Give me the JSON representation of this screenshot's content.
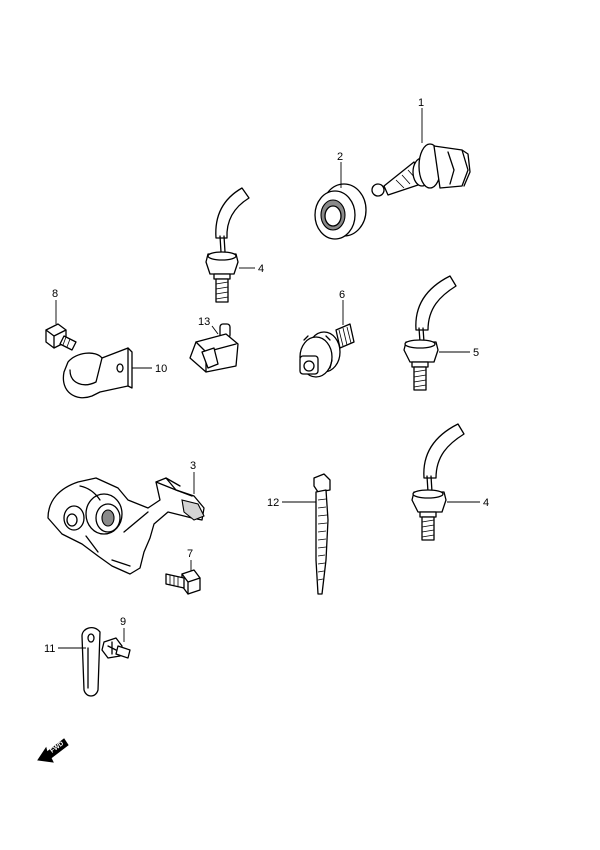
{
  "callouts": {
    "c1": "1",
    "c2": "2",
    "c3": "3",
    "c4a": "4",
    "c4b": "4",
    "c5": "5",
    "c6": "6",
    "c7": "7",
    "c8": "8",
    "c9": "9",
    "c10": "10",
    "c11": "11",
    "c12": "12",
    "c13": "13"
  },
  "fwd_label": "FWD"
}
